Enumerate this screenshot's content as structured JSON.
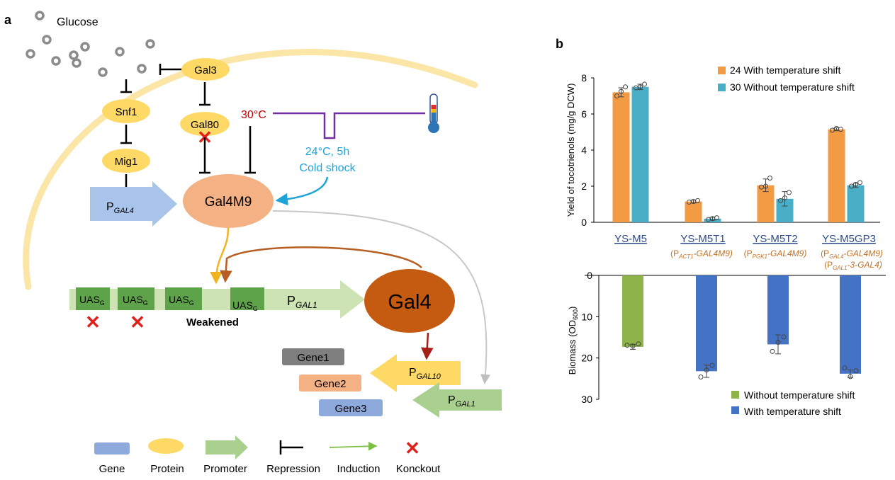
{
  "panel_a": {
    "label": "a",
    "glucose": "Glucose",
    "proteins": {
      "gal3": "Gal3",
      "snf1": "Snf1",
      "gal80": "Gal80",
      "mig1": "Mig1",
      "gal4m9": "Gal4M9",
      "gal4": "Gal4"
    },
    "temperature": {
      "high": "30°C",
      "shock_line1": "24°C, 5h",
      "shock_line2": "Cold shock"
    },
    "promoters": {
      "p_prefix": "P",
      "gal4_sub": "GAL4",
      "gal1_sub": "GAL1",
      "gal10_sub": "GAL10"
    },
    "uas": {
      "main": "UAS",
      "sub": "G"
    },
    "weakened": "Weakened",
    "genes": [
      "Gene1",
      "Gene2",
      "Gene3"
    ]
  },
  "legend_a": {
    "gene": "Gene",
    "protein": "Protein",
    "promoter": "Promoter",
    "repression": "Repression",
    "induction": "Induction",
    "knockout": "Konckout"
  },
  "panel_b": {
    "label": "b",
    "colors": {
      "orange": "#F39A44",
      "teal": "#4BAEC7",
      "green": "#8DB34A",
      "blue": "#4472C4",
      "brown": "#C0742A",
      "strain_link": "#2E4A8A"
    },
    "strain_notes": {
      "t1": {
        "prefix": "(P",
        "sub": "ACT1",
        "rest": "-GAL4M9)"
      },
      "t2": {
        "prefix": "(P",
        "sub": "PGK1",
        "rest": "-GAL4M9)"
      },
      "gp3_line1": {
        "prefix": "(P",
        "sub": "GAL4",
        "rest": "-GAL4M9)"
      },
      "gp3_line2": {
        "prefix": "(P",
        "sub": "GAL1",
        "rest": "-3-GAL4)"
      }
    }
  },
  "chart_data": [
    {
      "type": "bar",
      "title": "",
      "categories": [
        "YS-M5",
        "YS-M5T1",
        "YS-M5T2",
        "YS-M5GP3"
      ],
      "ylabel": "Yield of tocotrienols (mg/g DCW)",
      "ylim": [
        0,
        8
      ],
      "yticks": [
        0,
        2,
        4,
        6,
        8
      ],
      "legend_position": "top-right",
      "series": [
        {
          "name": "24 With temperature shift",
          "color": "#F39A44",
          "values": [
            7.2,
            1.15,
            2.05,
            5.15
          ],
          "error": [
            0.25,
            0.08,
            0.35,
            0.08
          ],
          "points": [
            [
              7.0,
              7.25,
              7.5
            ],
            [
              1.12,
              1.15,
              1.2
            ],
            [
              1.95,
              2.0,
              2.45
            ],
            [
              5.1,
              5.2,
              5.15
            ]
          ]
        },
        {
          "name": "30 Without temperature shift",
          "color": "#4BAEC7",
          "values": [
            7.5,
            0.2,
            1.3,
            2.05
          ],
          "error": [
            0.15,
            0.08,
            0.4,
            0.12
          ],
          "points": [
            [
              7.45,
              7.5,
              7.65
            ],
            [
              0.15,
              0.2,
              0.25
            ],
            [
              1.2,
              1.35,
              1.65
            ],
            [
              2.0,
              2.1,
              2.2
            ]
          ]
        }
      ]
    },
    {
      "type": "bar",
      "title": "",
      "orientation": "inverted",
      "categories": [
        "YS-M5",
        "YS-M5T1",
        "YS-M5T2",
        "YS-M5GP3"
      ],
      "ylabel_main": "Biomass (OD",
      "ylabel_sub": "600",
      "ylabel_end": ")",
      "ylim": [
        0,
        30
      ],
      "yticks": [
        0,
        10,
        20,
        30
      ],
      "legend_position": "bottom",
      "legend": [
        {
          "name": "Without temperature shift",
          "color": "#8DB34A"
        },
        {
          "name": "With temperature shift",
          "color": "#4472C4"
        }
      ],
      "bars": [
        {
          "value": 17.3,
          "error": 0.6,
          "color": "#8DB34A",
          "points": [
            16.9,
            17.1,
            16.6
          ]
        },
        {
          "value": 23.2,
          "error": 1.5,
          "color": "#4472C4",
          "points": [
            24.6,
            22.9,
            21.8
          ]
        },
        {
          "value": 16.7,
          "error": 2.3,
          "color": "#4472C4",
          "points": [
            18.4,
            16.2,
            14.9
          ]
        },
        {
          "value": 23.8,
          "error": 0.9,
          "color": "#4472C4",
          "points": [
            22.4,
            24.5,
            23.1
          ]
        }
      ]
    }
  ]
}
